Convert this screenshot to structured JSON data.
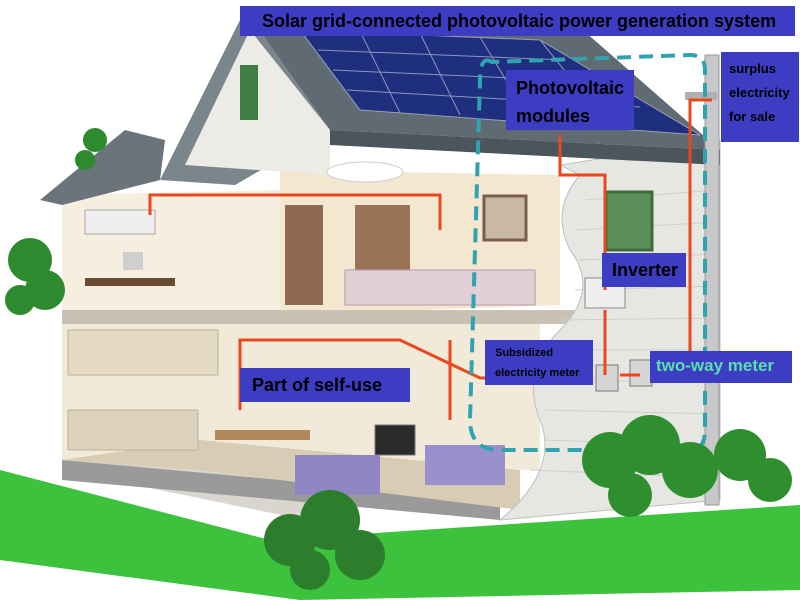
{
  "title": "Solar grid-connected photovoltaic power generation system",
  "labels": {
    "pv_modules": [
      "Photovoltaic",
      "modules"
    ],
    "surplus": [
      "surplus",
      "electricity",
      "for sale"
    ],
    "inverter": "Inverter",
    "subsidized_meter": [
      "Subsidized",
      "electricity meter"
    ],
    "two_way_meter": "two-way meter",
    "self_use": "Part of self-use"
  },
  "colors": {
    "label_bg": "#3d3dc4",
    "label_text": "#000000",
    "two_way_meter_text": "#58e0a8",
    "wiring": "#e8481c",
    "boundary_dash": "#2fa3b0",
    "lawn": "#3cc23c",
    "roof": "#5f6a72",
    "solar_panel": "#1f2f80",
    "siding": "#e6e6e2"
  }
}
